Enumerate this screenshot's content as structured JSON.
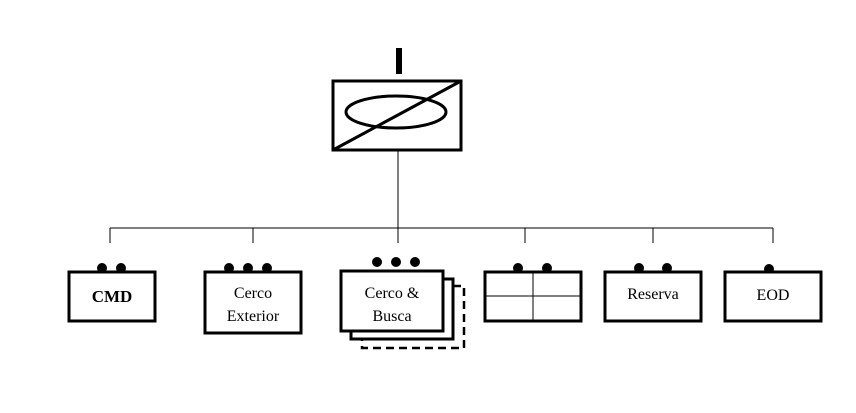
{
  "diagram": {
    "top_unit": {
      "echelon": "I",
      "symbol": "unit-symbol-ellipse-diagonal"
    },
    "subunits": [
      {
        "label_lines": [
          "CMD"
        ],
        "echelon_dots": 2,
        "bold": true
      },
      {
        "label_lines": [
          "Cerco",
          "Exterior"
        ],
        "echelon_dots": 3
      },
      {
        "label_lines": [
          "Cerco &",
          "Busca"
        ],
        "echelon_dots": 3,
        "stacked": true
      },
      {
        "label_lines": [],
        "echelon_dots": 2,
        "symbol": "grid-quadrants"
      },
      {
        "label_lines": [
          "Reserva"
        ],
        "echelon_dots": 2
      },
      {
        "label_lines": [
          "EOD"
        ],
        "echelon_dots": 1
      }
    ]
  }
}
